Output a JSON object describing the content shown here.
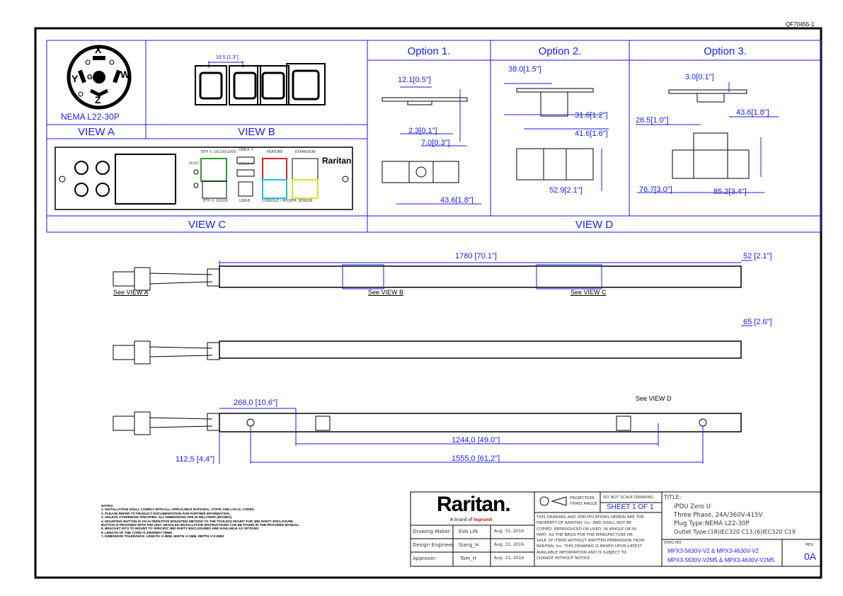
{
  "drawing_number_top": "QF70455-1",
  "views": {
    "nema_label": "NEMA L22-30P",
    "view_a": "VIEW A",
    "view_b": "VIEW B",
    "view_c": "VIEW C",
    "view_d": "VIEW D",
    "option1": "Option 1.",
    "option2": "Option  2.",
    "option3": "Option 3."
  },
  "plug_pins": {
    "x": "X",
    "y": "Y",
    "w": "W",
    "z": "Z",
    "g": "G"
  },
  "view_b_dim": "33.5 [1.3\"]",
  "view_c": {
    "eth1": "ETH ① 10/100/1000",
    "eth2": "ETH ② 10/100",
    "reset": "RESET",
    "usb_a1": "USB-A ①",
    "usb_a2": "USB-A ②",
    "usb_b": "USB-B",
    "feature": "FEATURE",
    "expansion": "EXPANSION",
    "console": "CONSOLE / MODEM",
    "sensor": "SENSOR",
    "brand": "Raritan"
  },
  "option_dims": {
    "o1_a": "12.1[0.5\"]",
    "o1_b": "2.3[0.1\"]",
    "o1_c": "7.0[0.3\"]",
    "o1_d": "43.6[1.8\"]",
    "o2_a": "38.0[1.5\"]",
    "o2_b": "31.6[1.2\"]",
    "o2_c": "41.6[1.6\"]",
    "o2_d": "52.9[2.1\"]",
    "o3_a": "3.0[0.1\"]",
    "o3_b": "26.5[1.0\"]",
    "o3_c": "43.6[1.8\"]",
    "o3_d": "76.7[3.0\"]",
    "o3_e": "85.2[3.4\"]"
  },
  "main_dims": {
    "length": "1780 [70.1\"]",
    "width": "52 [2.1\"]",
    "depth": "65 [2.6\"]",
    "d268": "268,0 [10.6\"]",
    "d1244": "1244,0 [49.0\"]",
    "d112": "112,5 [4,4\"]",
    "d1555": "1555,0 [61,2\"]"
  },
  "callouts": {
    "see_a": "See VIEW A",
    "see_b": "See VIEW B",
    "see_c": "See VIEW C",
    "see_d": "See VIEW D"
  },
  "notes": [
    "NOTES:",
    "1. INSTALLATION SHALL COMPLY WITH ALL APPLICABLE NATIONAL, STATE AND LOCAL CODES.",
    "2. PLEASE REFER TO PRODUCT DOCUMENTATION FOR FURTHER INFORMATION.",
    "3. UNLESS OTHERWISE SPECIFIED, ALL DIMENSIONS ARE IN MILLITERS [INCHES].",
    "4. MOUNTING BUTTON IS AN ALTERNATIVE MOUNTING METHOD TO THE TOOLESS MOUNT FOR 3RD PARTY ENCLOSURE.",
    "    BUTTON IS PROVIDED WITH THE UNIT. DETAILED INSTALLATION INSTRUCTIONS CAN BE FOUND IN THE PROVIDED MANUAL.",
    "5. BRACKET KITS TO MOUNT TO SPECIFIC 3RD PARTY ENCLOSURES ARE AVAILABLE AS OPTIONS.",
    "6. LENGTH OF THE CORD IS 3000MM+/-70MM",
    "7. DIMENSION TOLERANCE: LENGTH +/-3MM, WIDTH +/-1MM, DEPTH +/-0.5MM"
  ],
  "title_block": {
    "logo": "Raritan.",
    "logo_sub": "A brand of",
    "logo_sub_brand": "legrand",
    "rows": [
      {
        "role": "Drawing Maker:",
        "name": "EVA LIN",
        "date": "Aug. 31, 2016"
      },
      {
        "role": "Design Engineer:",
        "name": "Siang_H",
        "date": "Aug. 31, 2016"
      },
      {
        "role": "Approver:",
        "name": "Tom_H",
        "date": "Aug. 31, 2016"
      }
    ],
    "projection": "PROJECTION",
    "third_angle": "THIRD ANGLE",
    "do_not_scale": "DO NOT SCALE DRAWING",
    "sheet": "SHEET 1 OF 1",
    "disclaimer": [
      "THIS DRAWING AND SPECIFICATIONS HEREIN ARE THE",
      "PROPERTY OF RARITAN, Inc. AND SHALL NOT BE",
      "COPIED, REPRODUCED OR USED, IN WHOLE OR IN",
      "PART, AS THE BASIS FOR THE MANUFACTURE OR",
      "SALE OF ITEMS WITHOUT WRITTEN PERMISSION FROM",
      "RARITAN, Inc. THIS DRAWING IS BASED UPON LATEST",
      "AVAILABLE INFORMATION AND IS SUBJECT TO",
      "CHANGE WITHOUT NOTICE."
    ],
    "title_label": "TITLE:",
    "title_lines": [
      "iPDU Zero U",
      "Three Phase, 24A/360V-415V",
      "Plug Type:NEMA L22-30P",
      "Outlet Type:(18)IEC320 C13,(6)IEC320 C19"
    ],
    "dwg_label": "DWG NO.",
    "dwg_lines": [
      "MPX3-5630V-V2 & MPX3-4630V-V2",
      "MPX3-5630V-V2M5 & MPX3-4630V-V2M5"
    ],
    "rev_label": "REV.",
    "rev": "0A"
  }
}
